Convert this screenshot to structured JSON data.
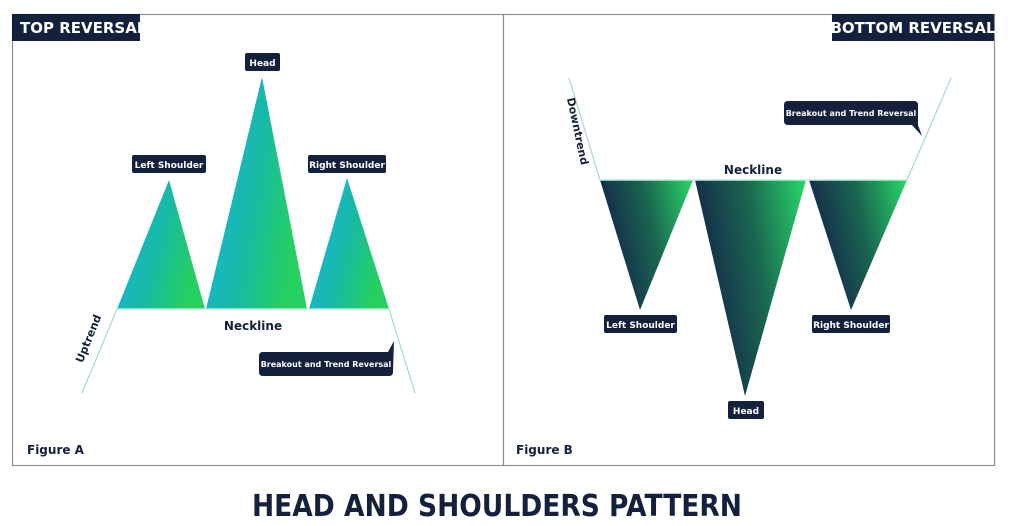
{
  "title": "HEAD AND SHOULDERS PATTERN",
  "colors": {
    "navy": "#13213d",
    "cyan": "#12b4e6",
    "green": "#22cc66",
    "line": "#a8d8c8"
  },
  "figure_a": {
    "badge": "TOP REVERSAL",
    "caption": "Figure A",
    "head": "Head",
    "left_shoulder": "Left Shoulder",
    "right_shoulder": "Right Shoulder",
    "neckline": "Neckline",
    "trend": "Uptrend",
    "breakout": "Breakout and Trend Reversal"
  },
  "figure_b": {
    "badge": "BOTTOM REVERSAL",
    "caption": "Figure B",
    "head": "Head",
    "left_shoulder": "Left Shoulder",
    "right_shoulder": "Right Shoulder",
    "neckline": "Neckline",
    "trend": "Downtrend",
    "breakout": "Breakout and Trend Reversal"
  }
}
